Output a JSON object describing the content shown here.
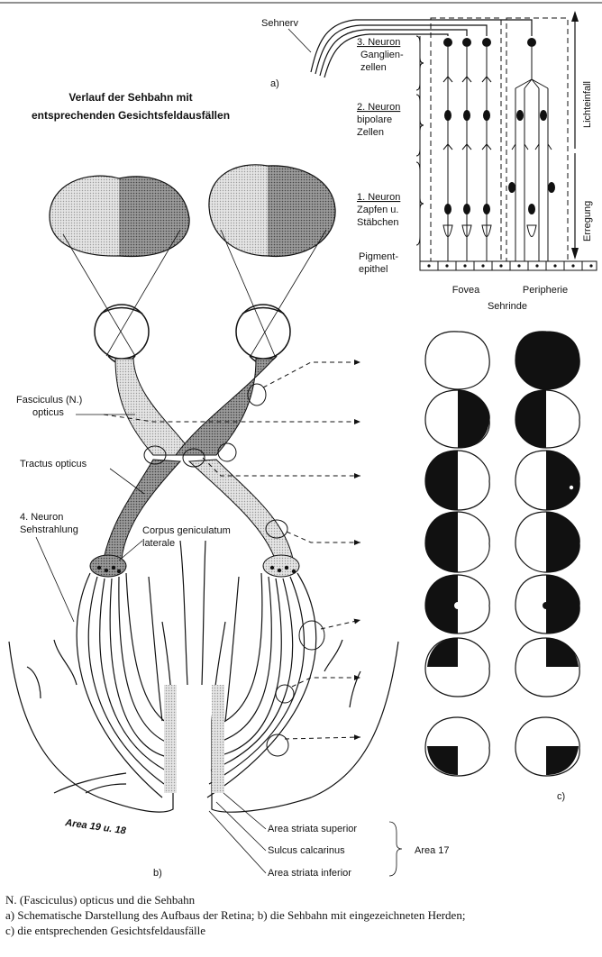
{
  "title_lines": [
    "Verlauf der Sehbahn mit",
    "entsprechenden Gesichtsfeldausfällen"
  ],
  "retina": {
    "sehnerv": "Sehnerv",
    "panel_a": "a)",
    "neuron3": [
      "3. Neuron",
      "Ganglien-",
      "zellen"
    ],
    "neuron2": [
      "2. Neuron",
      "bipolare",
      "Zellen"
    ],
    "neuron1": [
      "1. Neuron",
      "Zapfen u.",
      "Stäbchen"
    ],
    "pigment": [
      "Pigment-",
      "epithel"
    ],
    "fovea": "Fovea",
    "peripherie": "Peripherie",
    "sehrinde": "Sehrinde",
    "lichteinfall": "Lichteinfall",
    "erregung": "Erregung"
  },
  "pathway": {
    "fasciculus": [
      "Fasciculus (N.)",
      "opticus"
    ],
    "tractus": "Tractus opticus",
    "neuron4": [
      "4. Neuron",
      "Sehstrahlung"
    ],
    "corpus": [
      "Corpus geniculatum",
      "laterale"
    ],
    "area19": "Area 19 u. 18",
    "panel_b": "b)",
    "striata_sup": "Area striata superior",
    "sulcus": "Sulcus calcarinus",
    "striata_inf": "Area striata inferior",
    "area17": "Area 17",
    "panel_c": "c)"
  },
  "caption": [
    "N. (Fasciculus) opticus und die Sehbahn",
    "a) Schematische Darstellung des Aufbaus der Retina; b) die Sehbahn mit eingezeichneten Herden;",
    "c) die entsprechenden Gesichtsfeldausfälle"
  ]
}
